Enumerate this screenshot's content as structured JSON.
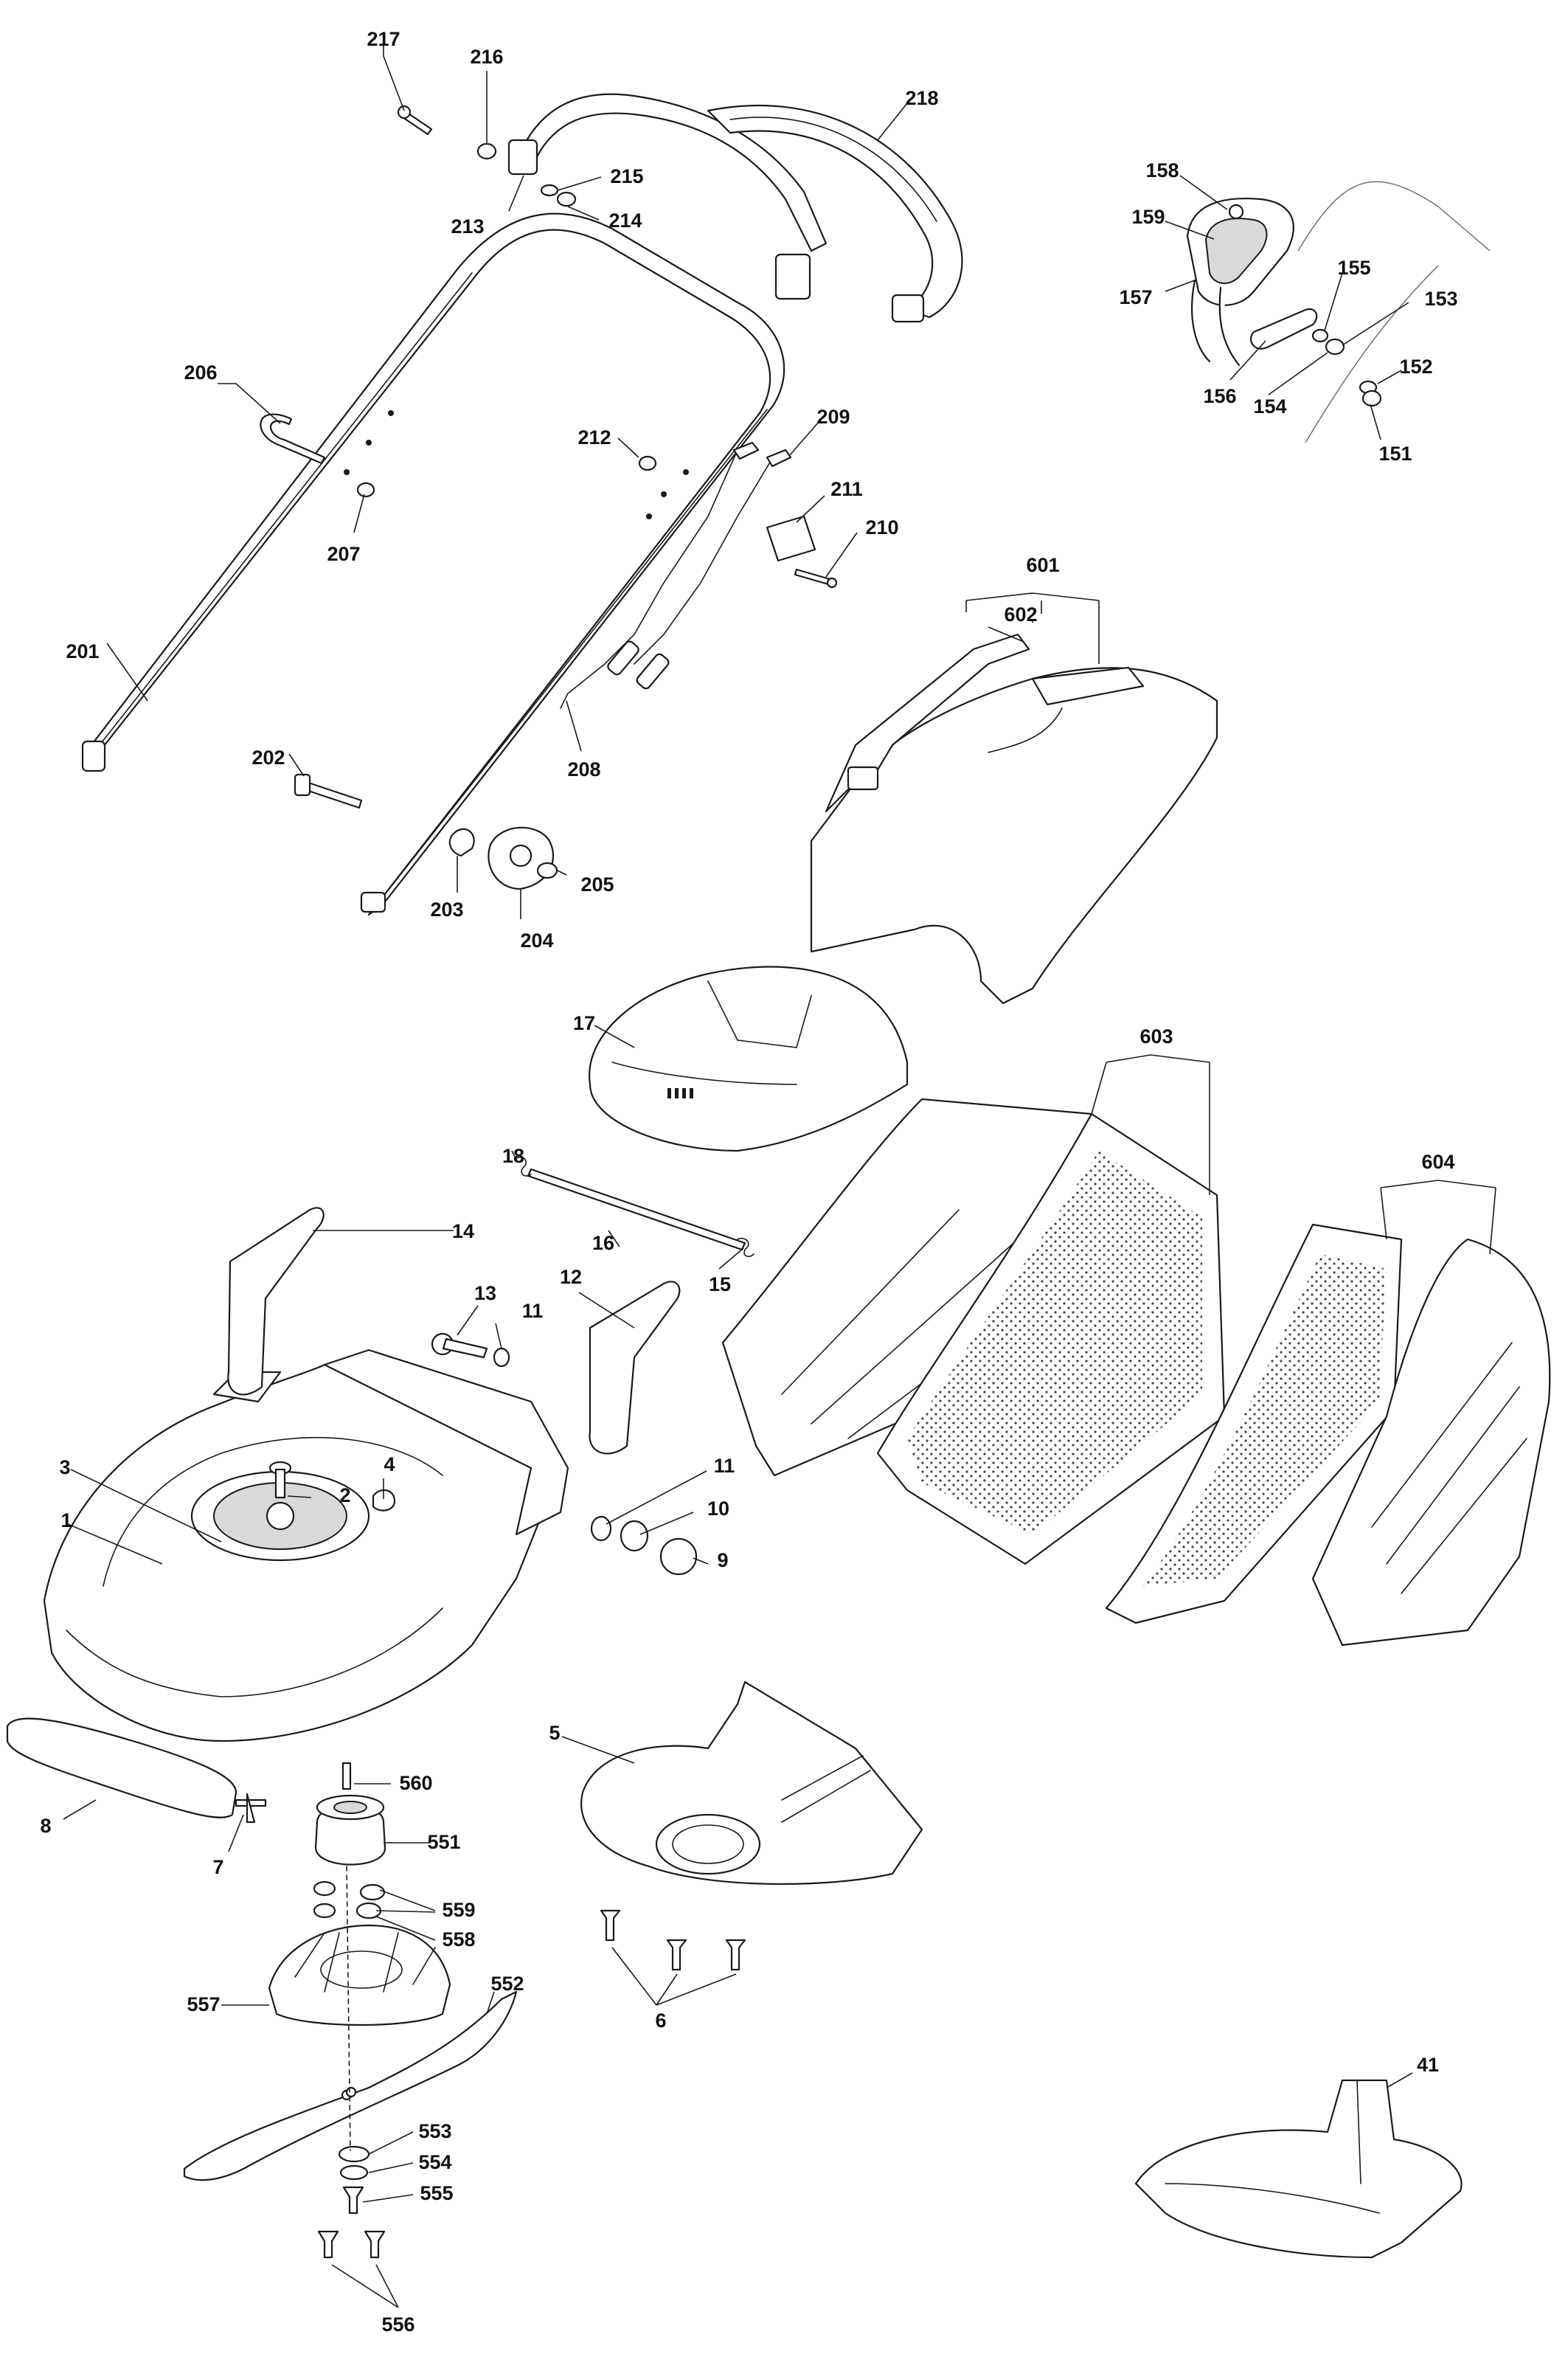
{
  "callouts": [
    {
      "id": "217",
      "label": "217"
    },
    {
      "id": "216",
      "label": "216"
    },
    {
      "id": "218",
      "label": "218"
    },
    {
      "id": "215",
      "label": "215"
    },
    {
      "id": "213",
      "label": "213"
    },
    {
      "id": "214",
      "label": "214"
    },
    {
      "id": "158",
      "label": "158"
    },
    {
      "id": "159",
      "label": "159"
    },
    {
      "id": "155",
      "label": "155"
    },
    {
      "id": "157",
      "label": "157"
    },
    {
      "id": "153",
      "label": "153"
    },
    {
      "id": "152",
      "label": "152"
    },
    {
      "id": "156",
      "label": "156"
    },
    {
      "id": "154",
      "label": "154"
    },
    {
      "id": "151",
      "label": "151"
    },
    {
      "id": "206",
      "label": "206"
    },
    {
      "id": "209",
      "label": "209"
    },
    {
      "id": "212",
      "label": "212"
    },
    {
      "id": "211",
      "label": "211"
    },
    {
      "id": "210",
      "label": "210"
    },
    {
      "id": "207",
      "label": "207"
    },
    {
      "id": "601",
      "label": "601"
    },
    {
      "id": "602",
      "label": "602"
    },
    {
      "id": "201",
      "label": "201"
    },
    {
      "id": "208",
      "label": "208"
    },
    {
      "id": "202",
      "label": "202"
    },
    {
      "id": "205",
      "label": "205"
    },
    {
      "id": "203",
      "label": "203"
    },
    {
      "id": "204",
      "label": "204"
    },
    {
      "id": "17",
      "label": "17"
    },
    {
      "id": "603",
      "label": "603"
    },
    {
      "id": "604",
      "label": "604"
    },
    {
      "id": "18",
      "label": "18"
    },
    {
      "id": "14",
      "label": "14"
    },
    {
      "id": "16",
      "label": "16"
    },
    {
      "id": "15",
      "label": "15"
    },
    {
      "id": "12",
      "label": "12"
    },
    {
      "id": "13",
      "label": "13"
    },
    {
      "id": "11a",
      "label": "11"
    },
    {
      "id": "3",
      "label": "3"
    },
    {
      "id": "4",
      "label": "4"
    },
    {
      "id": "2",
      "label": "2"
    },
    {
      "id": "11b",
      "label": "11"
    },
    {
      "id": "1",
      "label": "1"
    },
    {
      "id": "10",
      "label": "10"
    },
    {
      "id": "9",
      "label": "9"
    },
    {
      "id": "5",
      "label": "5"
    },
    {
      "id": "560",
      "label": "560"
    },
    {
      "id": "551",
      "label": "551"
    },
    {
      "id": "8",
      "label": "8"
    },
    {
      "id": "7",
      "label": "7"
    },
    {
      "id": "559",
      "label": "559"
    },
    {
      "id": "558",
      "label": "558"
    },
    {
      "id": "6",
      "label": "6"
    },
    {
      "id": "552",
      "label": "552"
    },
    {
      "id": "557",
      "label": "557"
    },
    {
      "id": "41",
      "label": "41"
    },
    {
      "id": "553",
      "label": "553"
    },
    {
      "id": "554",
      "label": "554"
    },
    {
      "id": "555",
      "label": "555"
    },
    {
      "id": "556",
      "label": "556"
    }
  ]
}
